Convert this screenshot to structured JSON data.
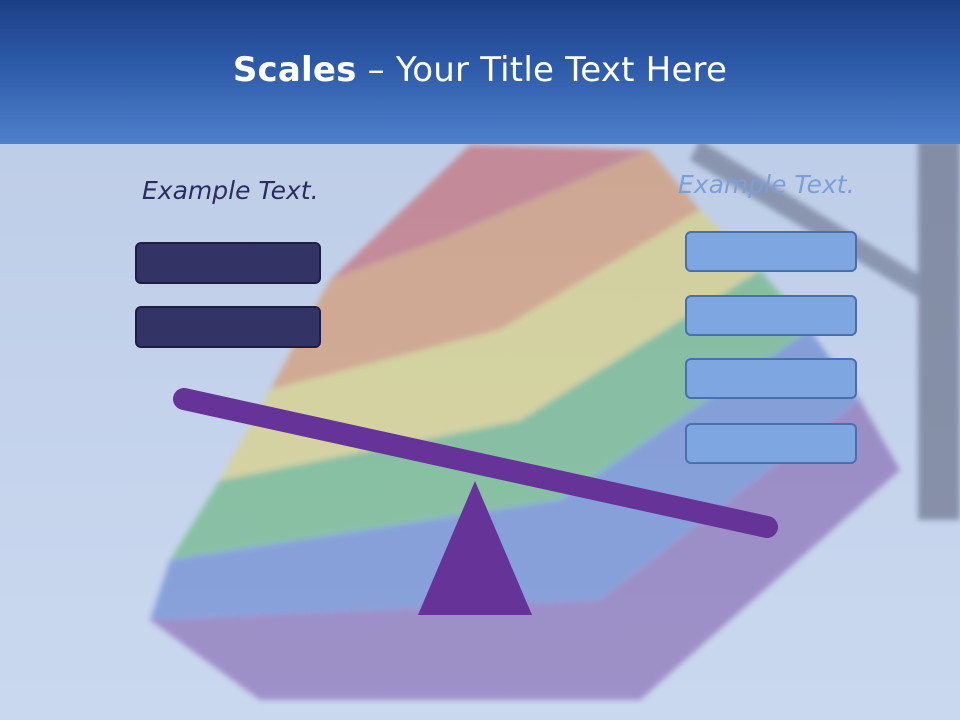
{
  "header": {
    "title_bold": "Scales",
    "title_rest": " – Your Title Text Here"
  },
  "left": {
    "label": "Example Text.",
    "box_count": 2
  },
  "right": {
    "label": "Example Text.",
    "box_count": 4
  },
  "colors": {
    "header_top": "#1c3f86",
    "header_bottom": "#4f80cc",
    "left_box": "#333366",
    "right_box": "#7ea6e0",
    "beam": "#663399",
    "fulcrum": "#663399"
  }
}
